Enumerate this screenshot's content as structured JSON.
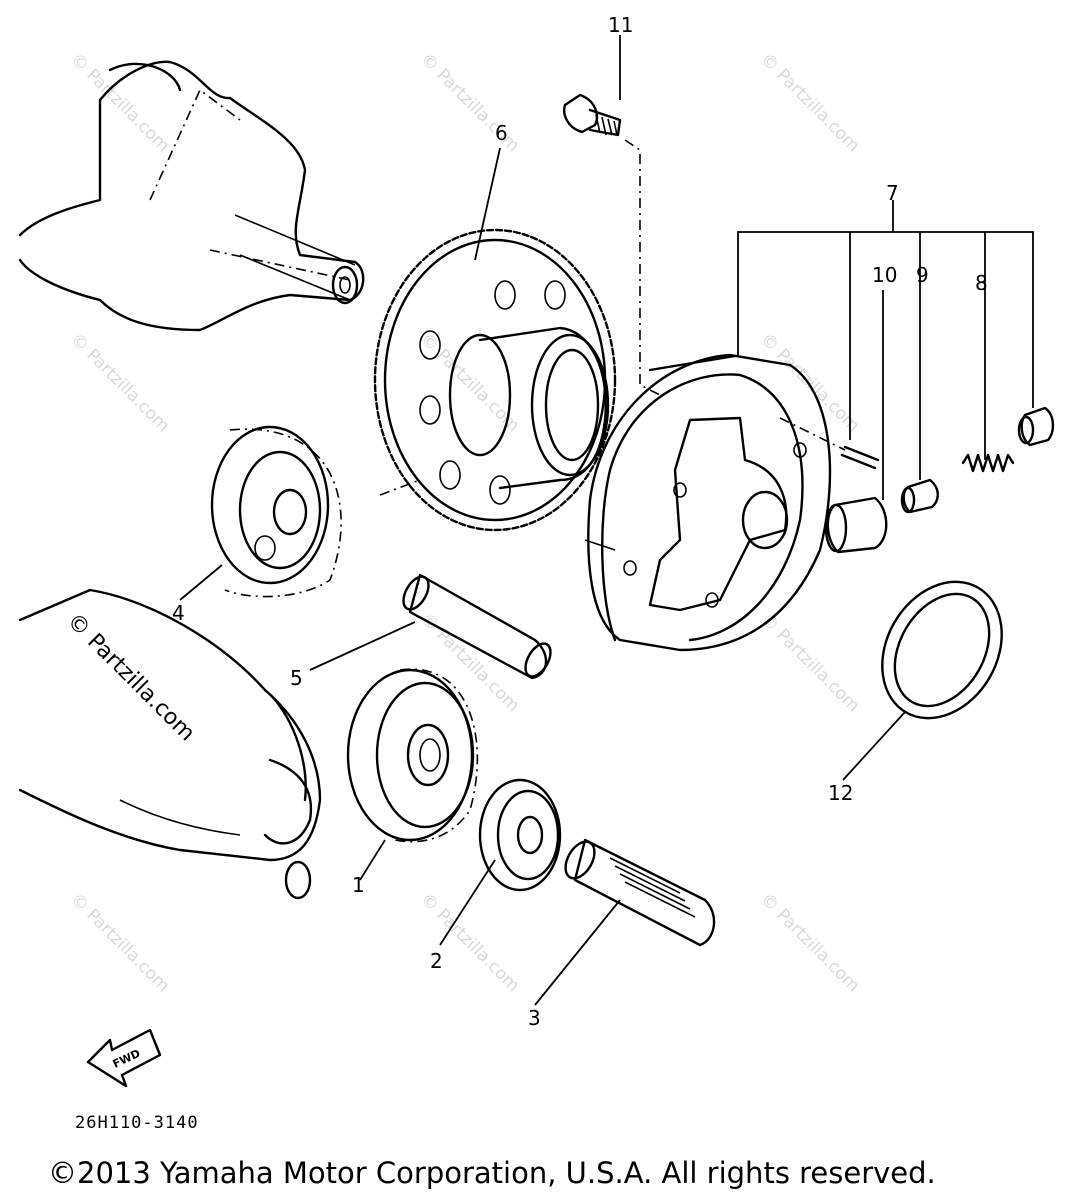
{
  "diagram": {
    "callouts": [
      {
        "id": "1",
        "label": "1"
      },
      {
        "id": "2",
        "label": "2"
      },
      {
        "id": "3",
        "label": "3"
      },
      {
        "id": "4",
        "label": "4"
      },
      {
        "id": "5",
        "label": "5"
      },
      {
        "id": "6",
        "label": "6"
      },
      {
        "id": "7",
        "label": "7"
      },
      {
        "id": "8",
        "label": "8"
      },
      {
        "id": "9",
        "label": "9"
      },
      {
        "id": "10",
        "label": "10"
      },
      {
        "id": "11",
        "label": "11"
      },
      {
        "id": "12",
        "label": "12"
      }
    ],
    "fwd_label": "FWD",
    "document_number": "26H110-3140",
    "watermark_text": "© Partzilla.com"
  },
  "footer": {
    "copyright": "©2013 Yamaha Motor Corporation, U.S.A. All rights reserved."
  }
}
